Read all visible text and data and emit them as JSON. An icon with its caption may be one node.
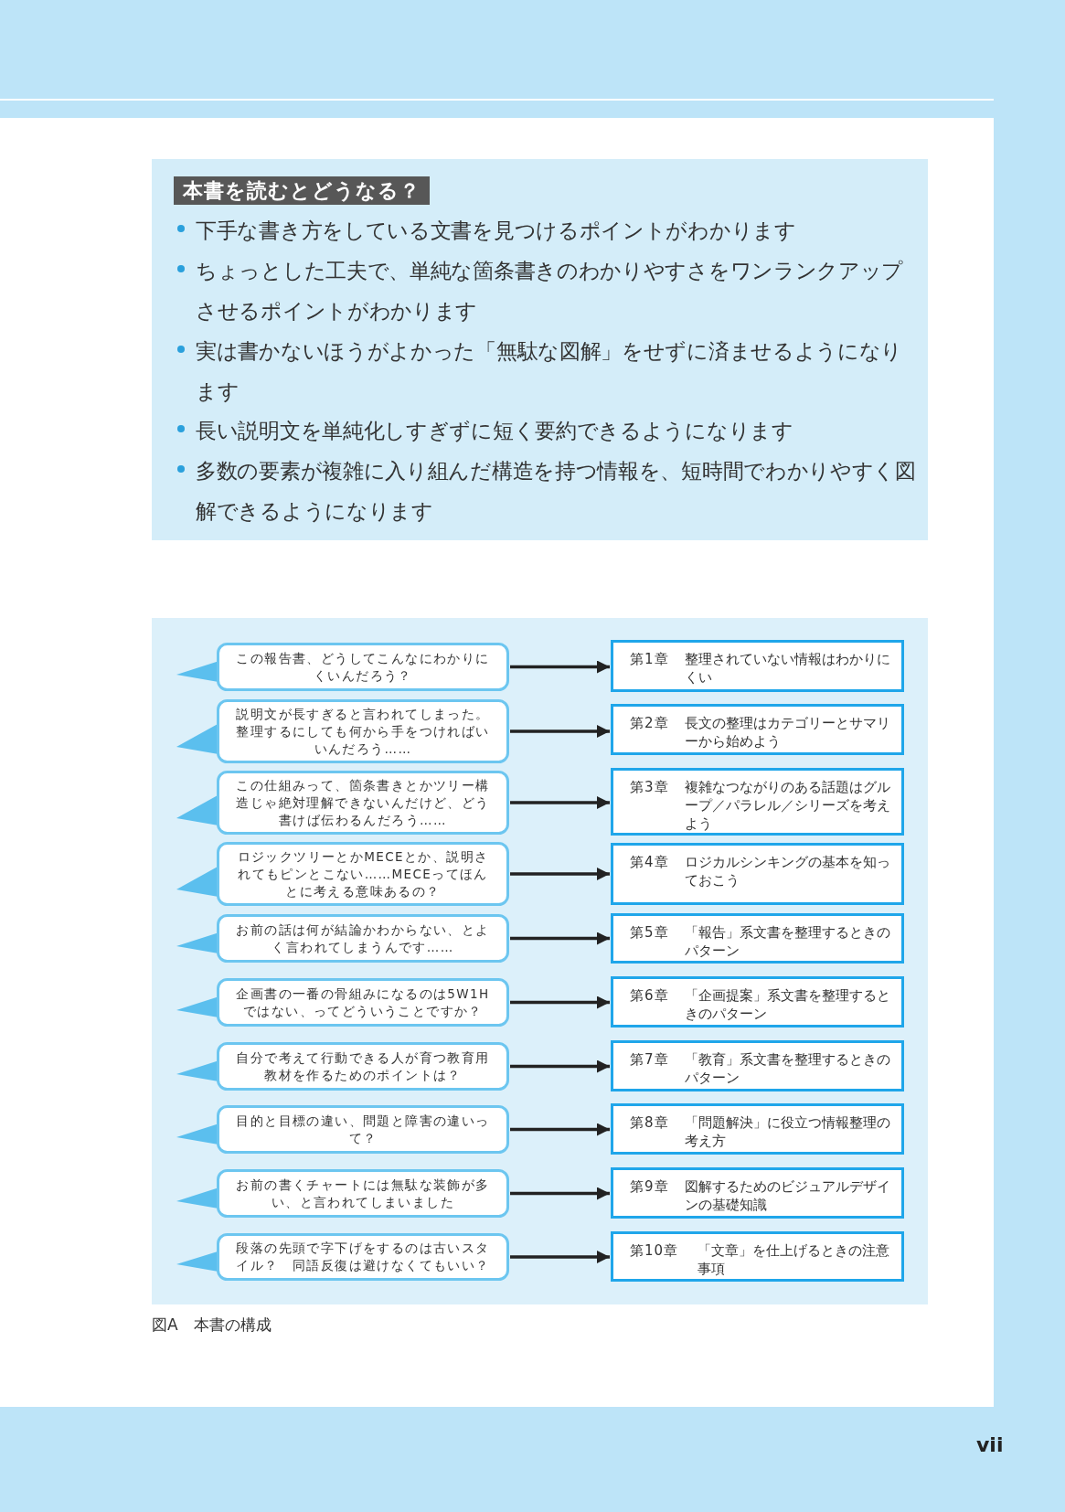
{
  "diagram": {
    "caption": "図A　本書の構成",
    "nodes": [
      {
        "text": [
          "本書を読むとどうなる？",
          "下手な書き方をしている文書を見つけるポイントがわかります",
          "ちょっとした工夫で、単純な箇条書きのわかりやすさをワンランクアップさせるポイントがわかります",
          "実は書かないほうがよかった「無駄な図解」をせずに済ませるようになります",
          "長い説明文を単純化しすぎずに短く要約できるようになります",
          "多数の要素が複雑に入り組んだ構造を持つ情報を、短時間でわかりやすく図解できるようになります"
        ]
      },
      {
        "text": [
          "この報告書、どうしてこんなにわかりにくいんだろう？"
        ]
      },
      {
        "text": [
          "第1章",
          "整理されていない情報はわかりにくい"
        ]
      },
      {
        "text": [
          "説明文が長すぎると言われてしまった。整理するにしても何から手をつければいいんだろう……"
        ]
      },
      {
        "text": [
          "第2章",
          "長文の整理はカテゴリーとサマリーから始めよう"
        ]
      },
      {
        "text": [
          "この仕組みって、箇条書きとかツリー構造じゃ絶対理解できないんだけど、どう書けば伝わるんだろう……"
        ]
      },
      {
        "text": [
          "第3章",
          "複雑なつながりのある話題はグループ／パラレル／シリーズを考えよう"
        ]
      },
      {
        "text": [
          "ロジックツリーとかMECEとか、説明されてもピンとこない……MECEってほんとに考える意味あるの？"
        ]
      },
      {
        "text": [
          "第4章",
          "ロジカルシンキングの基本を知っておこう"
        ]
      },
      {
        "text": [
          "お前の話は何が結論かわからない、とよく言われてしまうんです……"
        ]
      },
      {
        "text": [
          "第5章",
          "「報告」系文書を整理するときのパターン"
        ]
      },
      {
        "text": [
          "企画書の一番の骨組みになるのは5W1Hではない、ってどういうことですか？"
        ]
      },
      {
        "text": [
          "第6章",
          "「企画提案」系文書を整理するときのパターン"
        ]
      },
      {
        "text": [
          "自分で考えて行動できる人が育つ教育用教材を作るためのポイントは？"
        ]
      },
      {
        "text": [
          "第7章",
          "「教育」系文書を整理するときのパターン"
        ]
      },
      {
        "text": [
          "目的と目標の違い、問題と障害の違いって？"
        ]
      },
      {
        "text": [
          "第8章",
          "「問題解決」に役立つ情報整理の考え方"
        ]
      },
      {
        "text": [
          "お前の書くチャートには無駄な装飾が多い、と言われてしまいました"
        ]
      },
      {
        "text": [
          "第9章",
          "図解するためのビジュアルデザインの基礎知識"
        ]
      },
      {
        "text": [
          "段落の先頭で字下げをするのは古いスタイル？　同語反復は避けなくてもいい？"
        ]
      },
      {
        "text": [
          "第10章",
          "「文章」を仕上げるときの注意事項"
        ]
      }
    ],
    "edges": [
      {
        "from": 1,
        "to": 2,
        "arrow": "to"
      },
      {
        "from": 3,
        "to": 4,
        "arrow": "to"
      },
      {
        "from": 5,
        "to": 6,
        "arrow": "to"
      },
      {
        "from": 7,
        "to": 8,
        "arrow": "to"
      },
      {
        "from": 9,
        "to": 10,
        "arrow": "to"
      },
      {
        "from": 11,
        "to": 12,
        "arrow": "to"
      },
      {
        "from": 13,
        "to": 14,
        "arrow": "to"
      },
      {
        "from": 15,
        "to": 16,
        "arrow": "to"
      },
      {
        "from": 17,
        "to": 18,
        "arrow": "to"
      },
      {
        "from": 19,
        "to": 20,
        "arrow": "to"
      }
    ],
    "labels": [
      "vii"
    ]
  }
}
